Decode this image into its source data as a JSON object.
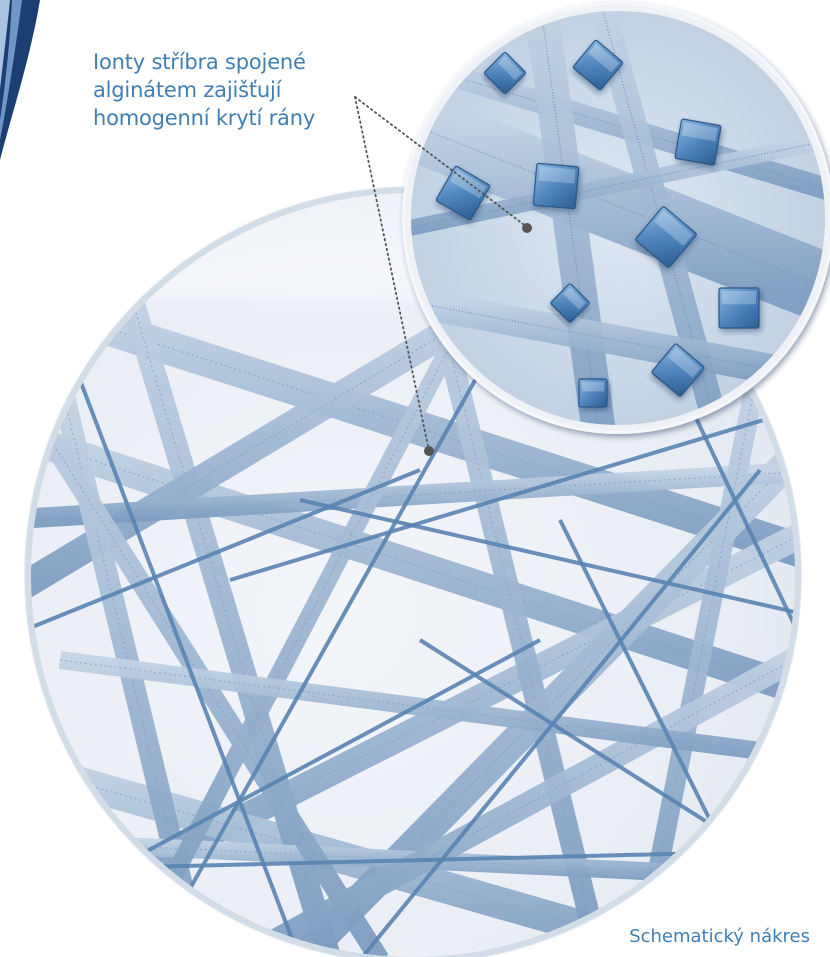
{
  "callout": {
    "lines": [
      "Ionty stříbra spojené",
      "alginátem zajišťují",
      "homogenní krytí rány"
    ]
  },
  "caption": "Schematický nákres",
  "colors": {
    "text": "#3f7fb3",
    "fiber": "#9ab3cf",
    "fiber_dark": "#5a84b3",
    "ion": "#3f78b0",
    "navy": "#1c3f73"
  },
  "icons": {
    "ion": "silver-ion-cube",
    "leader": "dotted-leader-line"
  }
}
